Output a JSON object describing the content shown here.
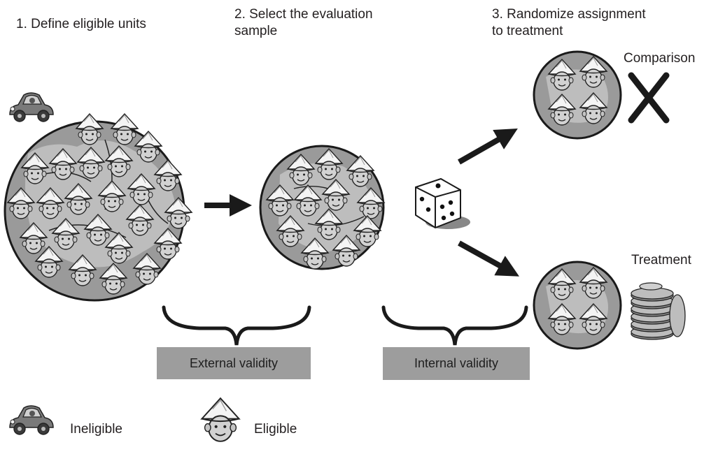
{
  "steps": {
    "step1": "1. Define eligible units",
    "step2": "2. Select the evaluation\nsample",
    "step3": "3. Randomize assignment\nto treatment"
  },
  "groups": {
    "comparison": "Comparison",
    "treatment": "Treatment"
  },
  "validity": {
    "external": "External validity",
    "internal": "Internal validity"
  },
  "legend": {
    "ineligible": "Ineligible",
    "eligible": "Eligible"
  },
  "icons": {
    "eligible": "face-with-conical-hat-icon",
    "ineligible": "car-icon",
    "randomize": "dice-icon",
    "arrow": "arrow-right-icon",
    "excluded": "x-mark-icon",
    "benefit": "coin-stack-icon"
  },
  "colors": {
    "box": "#9d9d9d",
    "ink": "#231f20",
    "globe": "#8c8c8c"
  }
}
